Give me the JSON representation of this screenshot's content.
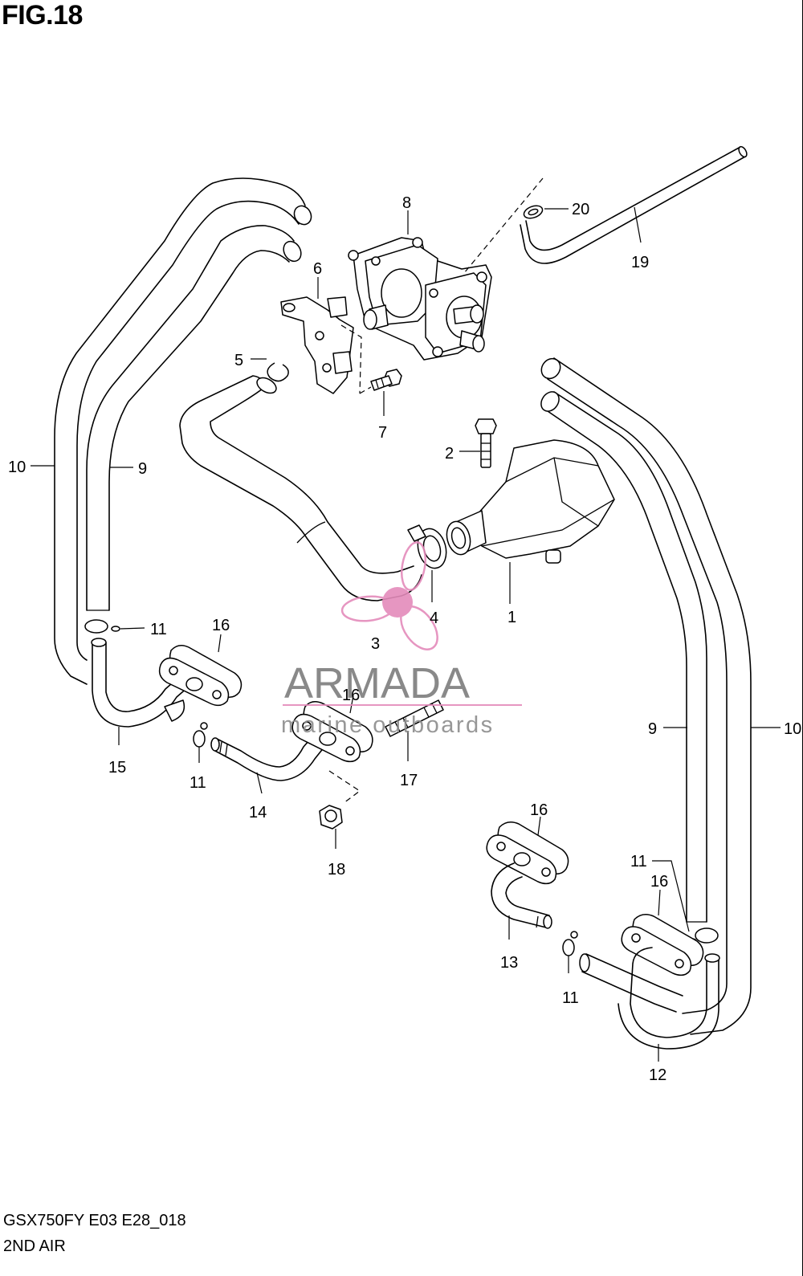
{
  "figure_title": "FIG.18",
  "model_code": "GSX750FY E03 E28_018",
  "section_name": "2ND AIR",
  "watermark": {
    "brand": "ARMADA",
    "tagline": "marine outboards",
    "accent_color": "#e48bbb",
    "brand_color": "#7d7d7d"
  },
  "callouts": {
    "c1": "1",
    "c2": "2",
    "c3": "3",
    "c4": "4",
    "c5": "5",
    "c6": "6",
    "c7": "7",
    "c8": "8",
    "c9a": "9",
    "c9b": "9",
    "c10a": "10",
    "c10b": "10",
    "c11a": "11",
    "c11b": "11",
    "c11c": "11",
    "c11d": "11",
    "c12": "12",
    "c13": "13",
    "c14": "14",
    "c15": "15",
    "c16a": "16",
    "c16b": "16",
    "c16c": "16",
    "c16d": "16",
    "c17": "17",
    "c18": "18",
    "c19": "19",
    "c20": "20"
  }
}
